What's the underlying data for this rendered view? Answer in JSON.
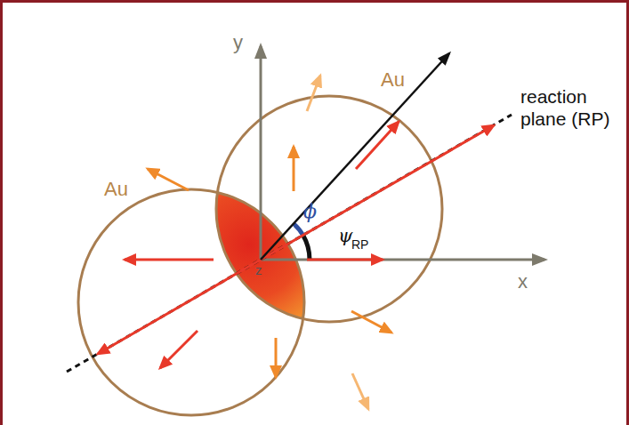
{
  "diagram": {
    "labels": [
      "y",
      "Au",
      "Au",
      "reaction plane (RP)",
      "ϕ",
      "ψ",
      "RP",
      "z",
      "x"
    ]
  }
}
